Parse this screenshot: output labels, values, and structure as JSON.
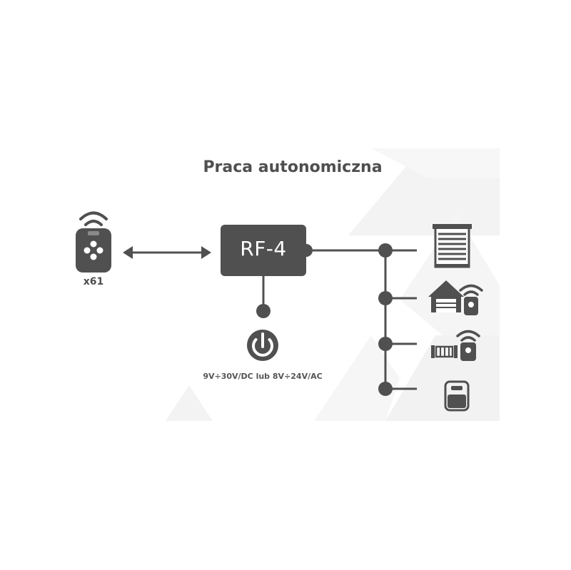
{
  "title": "Praca autonomiczna",
  "remote": {
    "caption": "x61",
    "icon": "remote-control-icon"
  },
  "module": {
    "label": "RF-4"
  },
  "power": {
    "caption": "9V÷30V/DC lub 8V÷24V/AC",
    "icon": "power-icon"
  },
  "outputs": [
    {
      "icon": "roller-blind-icon"
    },
    {
      "icon": "garage-door-icon"
    },
    {
      "icon": "gate-icon"
    },
    {
      "icon": "intercom-icon"
    }
  ],
  "colors": {
    "primary": "#505050",
    "background": "#ffffff",
    "panel": "#f4f4f4"
  }
}
